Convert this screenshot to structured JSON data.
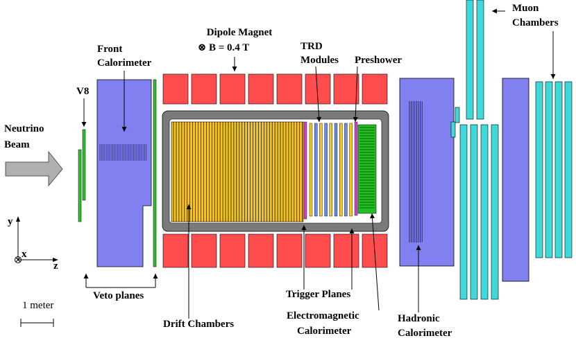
{
  "labels": {
    "dipole_line1": "Dipole Magnet",
    "dipole_line2": "⊗ B = 0.4 T",
    "trd_line1": "TRD",
    "trd_line2": "Modules",
    "preshower": "Preshower",
    "muon_line1": "Muon",
    "muon_line2": "Chambers",
    "front_line1": "Front",
    "front_line2": "Calorimeter",
    "v8": "V8",
    "neutrino_line1": "Neutrino",
    "neutrino_line2": "Beam",
    "axis_y": "y",
    "axis_x": "x",
    "axis_z": "z",
    "veto": "Veto planes",
    "scale": "1 meter",
    "drift": "Drift Chambers",
    "trigger": "Trigger Planes",
    "em_line1": "Electromagnetic",
    "em_line2": "Calorimeter",
    "had_line1": "Hadronic",
    "had_line2": "Calorimeter"
  },
  "colors": {
    "magnet": "#ff4d4d",
    "calorimeter": "#8080f0",
    "muon": "#40d8d8",
    "drift": "#f4c420",
    "veto": "#30c030",
    "preshower": "#20c020",
    "trigger": "#d040d0",
    "frame": "#7a7a7a",
    "beam": "#b0b0b0"
  }
}
